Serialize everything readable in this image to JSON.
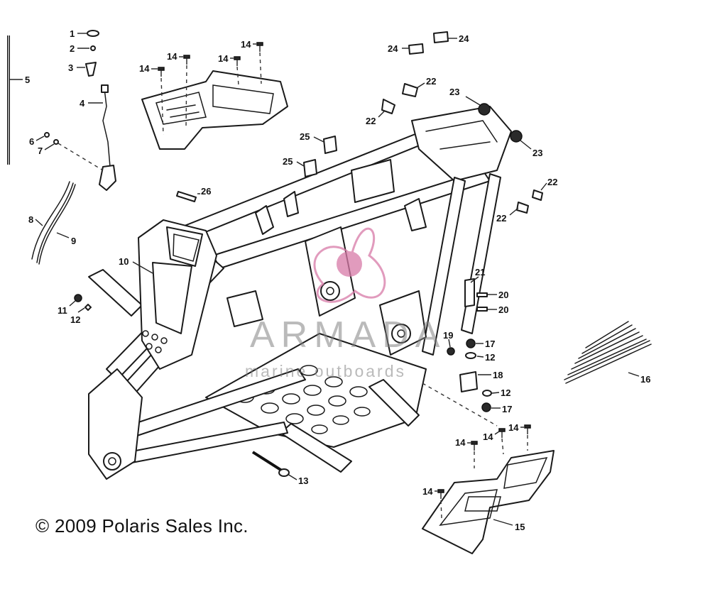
{
  "copyright": "© 2009 Polaris Sales Inc.",
  "watermark": {
    "name": "ARMADA",
    "tagline": "marine outboards",
    "logo_color": "#d87aa8"
  },
  "callouts": [
    {
      "id": "c1",
      "label": "1"
    },
    {
      "id": "c2",
      "label": "2"
    },
    {
      "id": "c3",
      "label": "3"
    },
    {
      "id": "c4",
      "label": "4"
    },
    {
      "id": "c5",
      "label": "5"
    },
    {
      "id": "c6",
      "label": "6"
    },
    {
      "id": "c7",
      "label": "7"
    },
    {
      "id": "c8",
      "label": "8"
    },
    {
      "id": "c9",
      "label": "9"
    },
    {
      "id": "c10",
      "label": "10"
    },
    {
      "id": "c11",
      "label": "11"
    },
    {
      "id": "c12a",
      "label": "12"
    },
    {
      "id": "c12b",
      "label": "12"
    },
    {
      "id": "c12c",
      "label": "12"
    },
    {
      "id": "c13",
      "label": "13"
    },
    {
      "id": "c14a",
      "label": "14"
    },
    {
      "id": "c14b",
      "label": "14"
    },
    {
      "id": "c14c",
      "label": "14"
    },
    {
      "id": "c14d",
      "label": "14"
    },
    {
      "id": "c14e",
      "label": "14"
    },
    {
      "id": "c14f",
      "label": "14"
    },
    {
      "id": "c14g",
      "label": "14"
    },
    {
      "id": "c14h",
      "label": "14"
    },
    {
      "id": "c15",
      "label": "15"
    },
    {
      "id": "c16",
      "label": "16"
    },
    {
      "id": "c17a",
      "label": "17"
    },
    {
      "id": "c17b",
      "label": "17"
    },
    {
      "id": "c18",
      "label": "18"
    },
    {
      "id": "c19",
      "label": "19"
    },
    {
      "id": "c20a",
      "label": "20"
    },
    {
      "id": "c20b",
      "label": "20"
    },
    {
      "id": "c21",
      "label": "21"
    },
    {
      "id": "c22a",
      "label": "22"
    },
    {
      "id": "c22b",
      "label": "22"
    },
    {
      "id": "c22c",
      "label": "22"
    },
    {
      "id": "c22d",
      "label": "22"
    },
    {
      "id": "c23a",
      "label": "23"
    },
    {
      "id": "c23b",
      "label": "23"
    },
    {
      "id": "c24a",
      "label": "24"
    },
    {
      "id": "c24b",
      "label": "24"
    },
    {
      "id": "c25a",
      "label": "25"
    },
    {
      "id": "c25b",
      "label": "25"
    },
    {
      "id": "c26",
      "label": "26"
    }
  ]
}
